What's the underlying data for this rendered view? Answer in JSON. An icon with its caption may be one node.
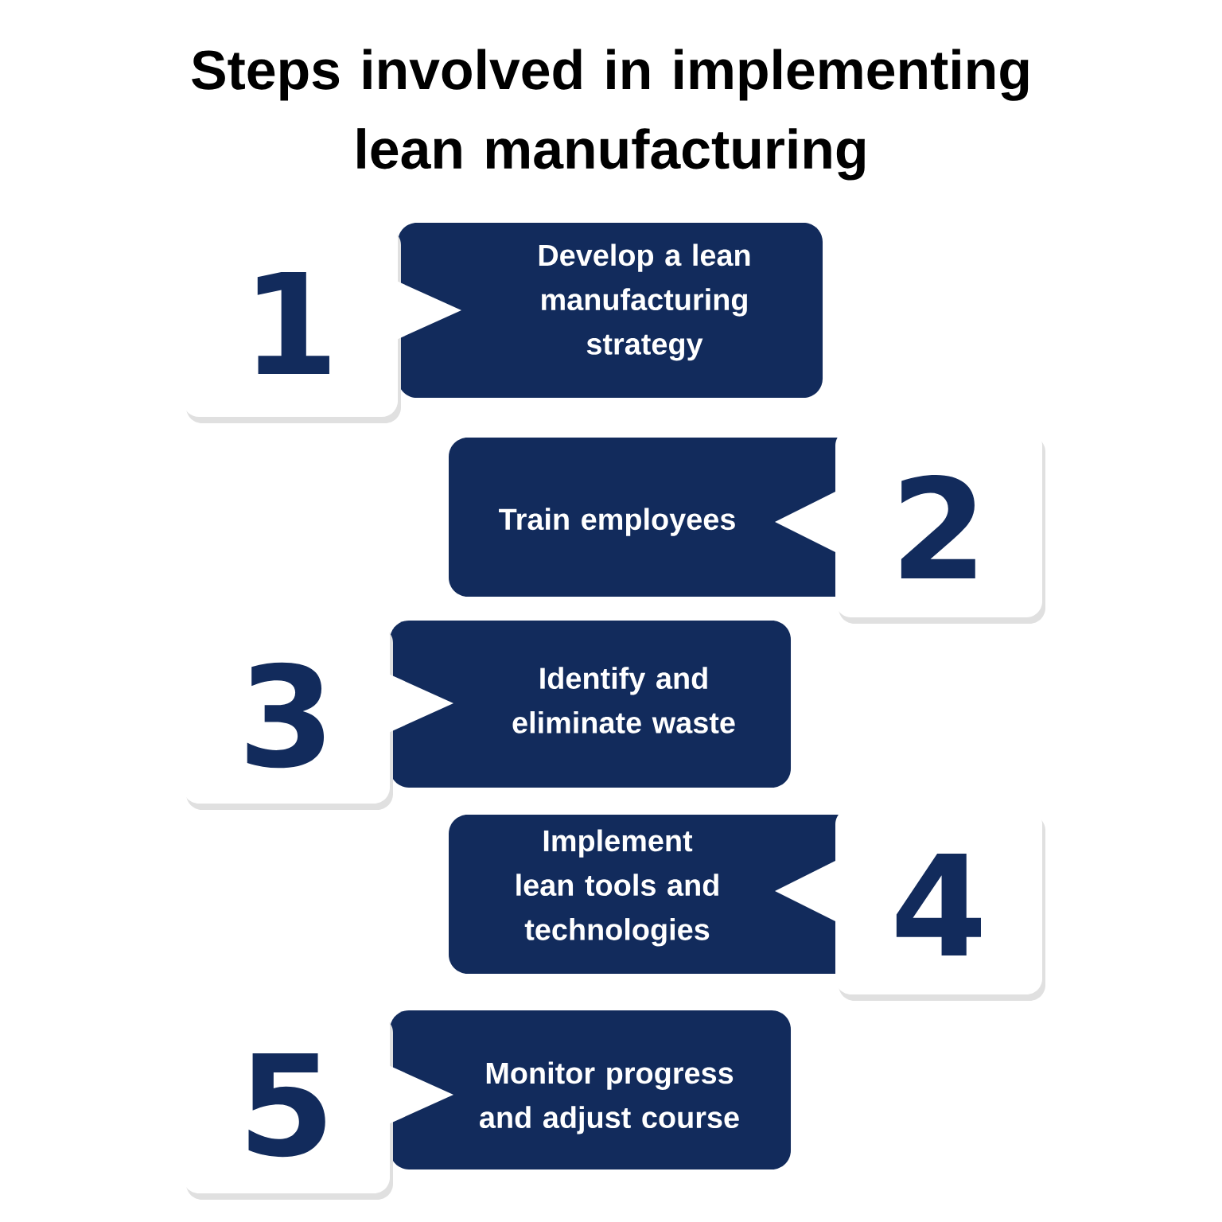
{
  "diagram": {
    "title": "Steps involved in implementing lean manufacturing",
    "nodes": [
      {
        "text": [
          "1"
        ]
      },
      {
        "text": [
          "Develop a lean manufacturing strategy"
        ]
      },
      {
        "text": [
          "Train employees"
        ]
      },
      {
        "text": [
          "2"
        ]
      },
      {
        "text": [
          "3"
        ]
      },
      {
        "text": [
          "Identify and eliminate waste"
        ]
      },
      {
        "text": [
          "Implement lean tools and technologies"
        ]
      },
      {
        "text": [
          "4"
        ]
      },
      {
        "text": [
          "5"
        ]
      },
      {
        "text": [
          "Monitor progress and adjust course"
        ]
      }
    ]
  }
}
